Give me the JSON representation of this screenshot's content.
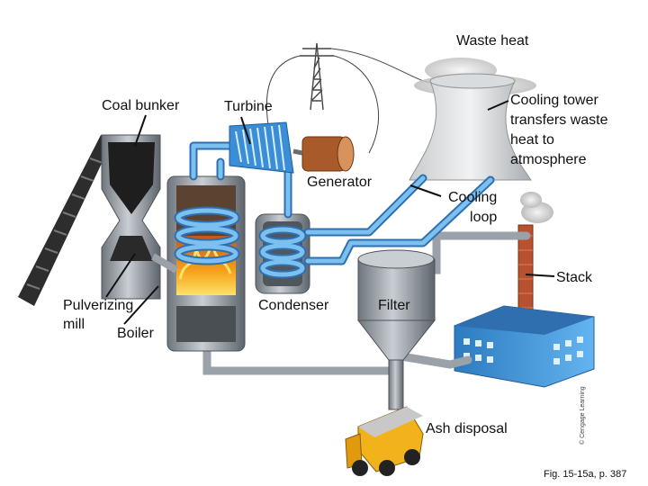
{
  "labels": {
    "waste_heat": "Waste heat",
    "coal_bunker": "Coal bunker",
    "turbine": "Turbine",
    "cooling_tower": "Cooling tower\ntransfers waste\nheat to\natmosphere",
    "generator": "Generator",
    "cooling_loop": "Cooling\nloop",
    "stack": "Stack",
    "pulverizing_mill": "Pulverizing\nmill",
    "boiler": "Boiler",
    "condenser": "Condenser",
    "filter": "Filter",
    "ash_disposal": "Ash disposal"
  },
  "credit": "Fig. 15-15a, p. 387",
  "copyright": "© Cengage Learning",
  "colors": {
    "pipe": "#6aaee8",
    "pipe_dark": "#2f6fb0",
    "steel": "#9aa1a8",
    "fire": "#f7a21b",
    "building": "#4a9fe0",
    "truck": "#f2b21b",
    "smokestack": "#b8522e"
  }
}
